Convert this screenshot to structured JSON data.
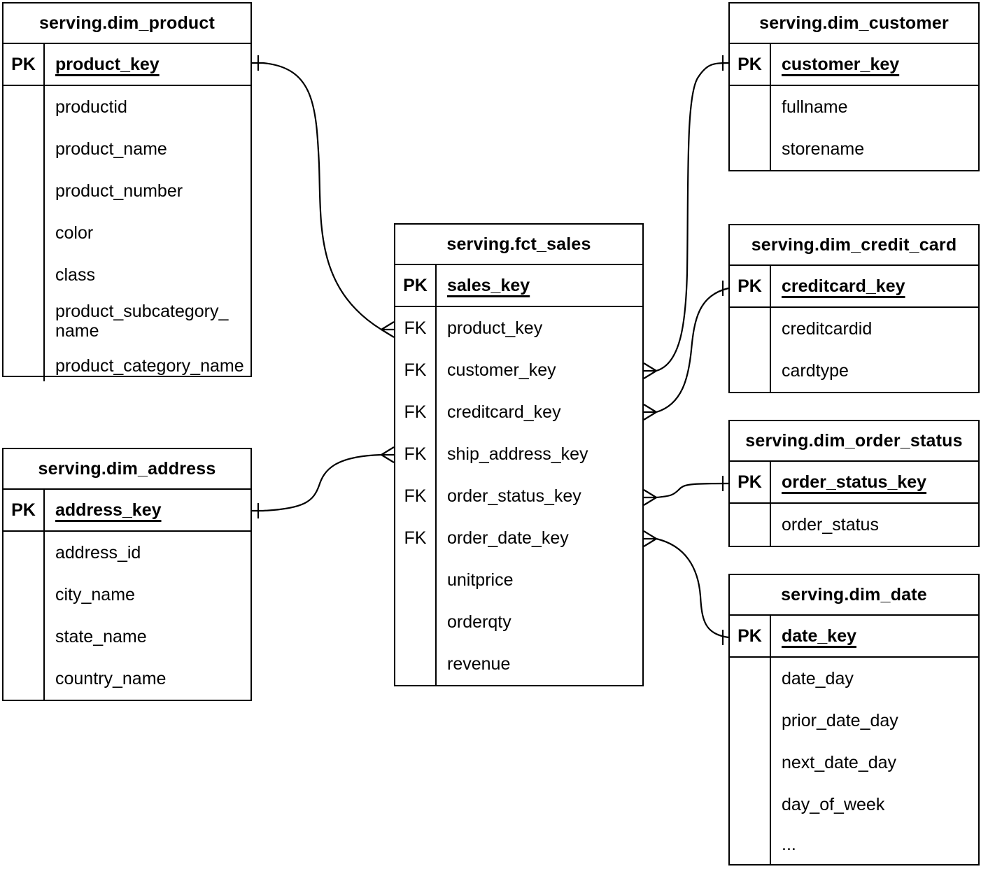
{
  "tables": [
    {
      "name": "serving.dim_product",
      "pk": {
        "label": "PK",
        "field": "product_key"
      },
      "fields": [
        "productid",
        "product_name",
        "product_number",
        "color",
        "class",
        "product_subcategory_name",
        "product_category_name"
      ]
    },
    {
      "name": "serving.dim_address",
      "pk": {
        "label": "PK",
        "field": "address_key"
      },
      "fields": [
        "address_id",
        "city_name",
        "state_name",
        "country_name"
      ]
    },
    {
      "name": "serving.fct_sales",
      "pk": {
        "label": "PK",
        "field": "sales_key"
      },
      "rows": [
        {
          "key": "FK",
          "field": "product_key"
        },
        {
          "key": "FK",
          "field": "customer_key"
        },
        {
          "key": "FK",
          "field": "creditcard_key"
        },
        {
          "key": "FK",
          "field": "ship_address_key"
        },
        {
          "key": "FK",
          "field": "order_status_key"
        },
        {
          "key": "FK",
          "field": "order_date_key"
        },
        {
          "key": "",
          "field": "unitprice"
        },
        {
          "key": "",
          "field": "orderqty"
        },
        {
          "key": "",
          "field": "revenue"
        }
      ]
    },
    {
      "name": "serving.dim_customer",
      "pk": {
        "label": "PK",
        "field": "customer_key"
      },
      "fields": [
        "fullname",
        "storename"
      ]
    },
    {
      "name": "serving.dim_credit_card",
      "pk": {
        "label": "PK",
        "field": "creditcard_key"
      },
      "fields": [
        "creditcardid",
        "cardtype"
      ]
    },
    {
      "name": "serving.dim_order_status",
      "pk": {
        "label": "PK",
        "field": "order_status_key"
      },
      "fields": [
        "order_status"
      ]
    },
    {
      "name": "serving.dim_date",
      "pk": {
        "label": "PK",
        "field": "date_key"
      },
      "fields": [
        "date_day",
        "prior_date_day",
        "next_date_day",
        "day_of_week",
        "..."
      ]
    }
  ],
  "relationships": [
    {
      "from": "serving.fct_sales.product_key",
      "to": "serving.dim_product.product_key",
      "cardinality": "many-to-one"
    },
    {
      "from": "serving.fct_sales.customer_key",
      "to": "serving.dim_customer.customer_key",
      "cardinality": "many-to-one"
    },
    {
      "from": "serving.fct_sales.creditcard_key",
      "to": "serving.dim_credit_card.creditcard_key",
      "cardinality": "many-to-one"
    },
    {
      "from": "serving.fct_sales.ship_address_key",
      "to": "serving.dim_address.address_key",
      "cardinality": "many-to-one"
    },
    {
      "from": "serving.fct_sales.order_status_key",
      "to": "serving.dim_order_status.order_status_key",
      "cardinality": "many-to-one"
    },
    {
      "from": "serving.fct_sales.order_date_key",
      "to": "serving.dim_date.date_key",
      "cardinality": "many-to-one"
    }
  ],
  "colors": {
    "line": "#000000",
    "background": "#ffffff",
    "text": "#000000"
  }
}
